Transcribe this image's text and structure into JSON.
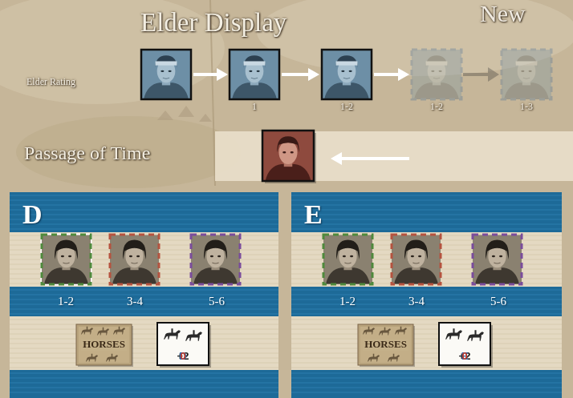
{
  "diagram": {
    "title": "Elder Display",
    "nodes": [
      {
        "text": [
          "D",
          "1-2",
          "3-4",
          "5-6"
        ]
      },
      {
        "text": [
          "HORSES"
        ],
        "in": 0
      },
      {
        "text": [
          "+2",
          "D",
          "0"
        ],
        "in": 0
      },
      {
        "text": [
          "E",
          "1-2",
          "3-4",
          "5-6"
        ]
      },
      {
        "text": [
          "HORSES"
        ],
        "in": 3
      },
      {
        "text": [
          "+2",
          "E",
          "0"
        ],
        "in": 3
      }
    ],
    "labels": [
      "New",
      "Elder Rating",
      "1",
      "1-2",
      "1-2",
      "1-3",
      "Passage of Time"
    ]
  }
}
